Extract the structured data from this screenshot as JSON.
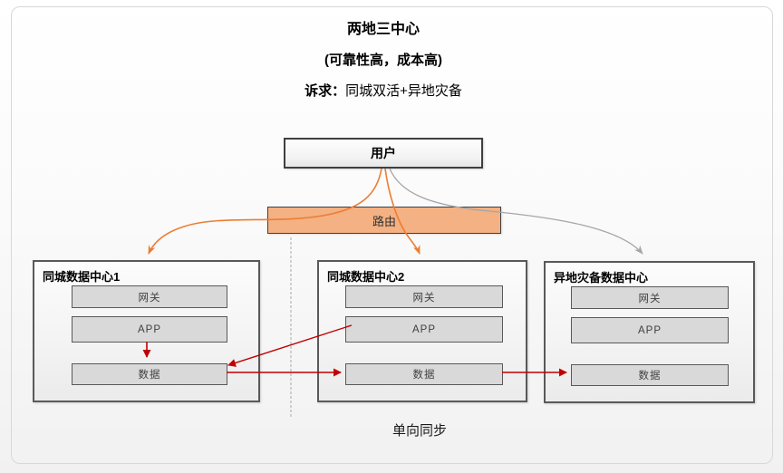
{
  "header": {
    "title": "两地三中心",
    "subtitle": "(可靠性高，成本高)",
    "demand_label": "诉求：",
    "demand_text": "同城双活+异地灾备"
  },
  "nodes": {
    "user": {
      "label": "用户"
    },
    "router": {
      "label": "路由"
    }
  },
  "centers": [
    {
      "title": "同城数据中心1",
      "layers": [
        "网关",
        "APP",
        "数据"
      ]
    },
    {
      "title": "同城数据中心2",
      "layers": [
        "网关",
        "APP",
        "数据"
      ]
    },
    {
      "title": "异地灾备数据中心",
      "layers": [
        "网关",
        "APP",
        "数据"
      ]
    }
  ],
  "footer": {
    "sync_label": "单向同步"
  },
  "arrows": {
    "user_to_dc1": "orange curved arrow from 用户 to 同城数据中心1",
    "user_to_dc2": "orange curved arrow from 用户 through 路由 to 同城数据中心2",
    "user_to_dr": "gray curved arrow from 用户 to 异地灾备数据中心",
    "app1_to_data1": "red arrow APP to 数据 inside center 1",
    "app2_to_data1": "red arrow from center 2 APP to center 1 数据",
    "data1_to_data2": "red sync arrow center 1 数据 to center 2 数据",
    "data2_to_data3": "red sync arrow center 2 数据 to center 3 数据"
  },
  "colors": {
    "orange_arrow": "#ED7D31",
    "router_fill": "#F4B183",
    "red_arrow": "#C00000",
    "gray_arrow": "#A6A6A6",
    "box_border": "#595959",
    "dark_border": "#3F3F3F",
    "layer_fill": "#D9D9D9",
    "frame_border": "#D8D8D8"
  }
}
